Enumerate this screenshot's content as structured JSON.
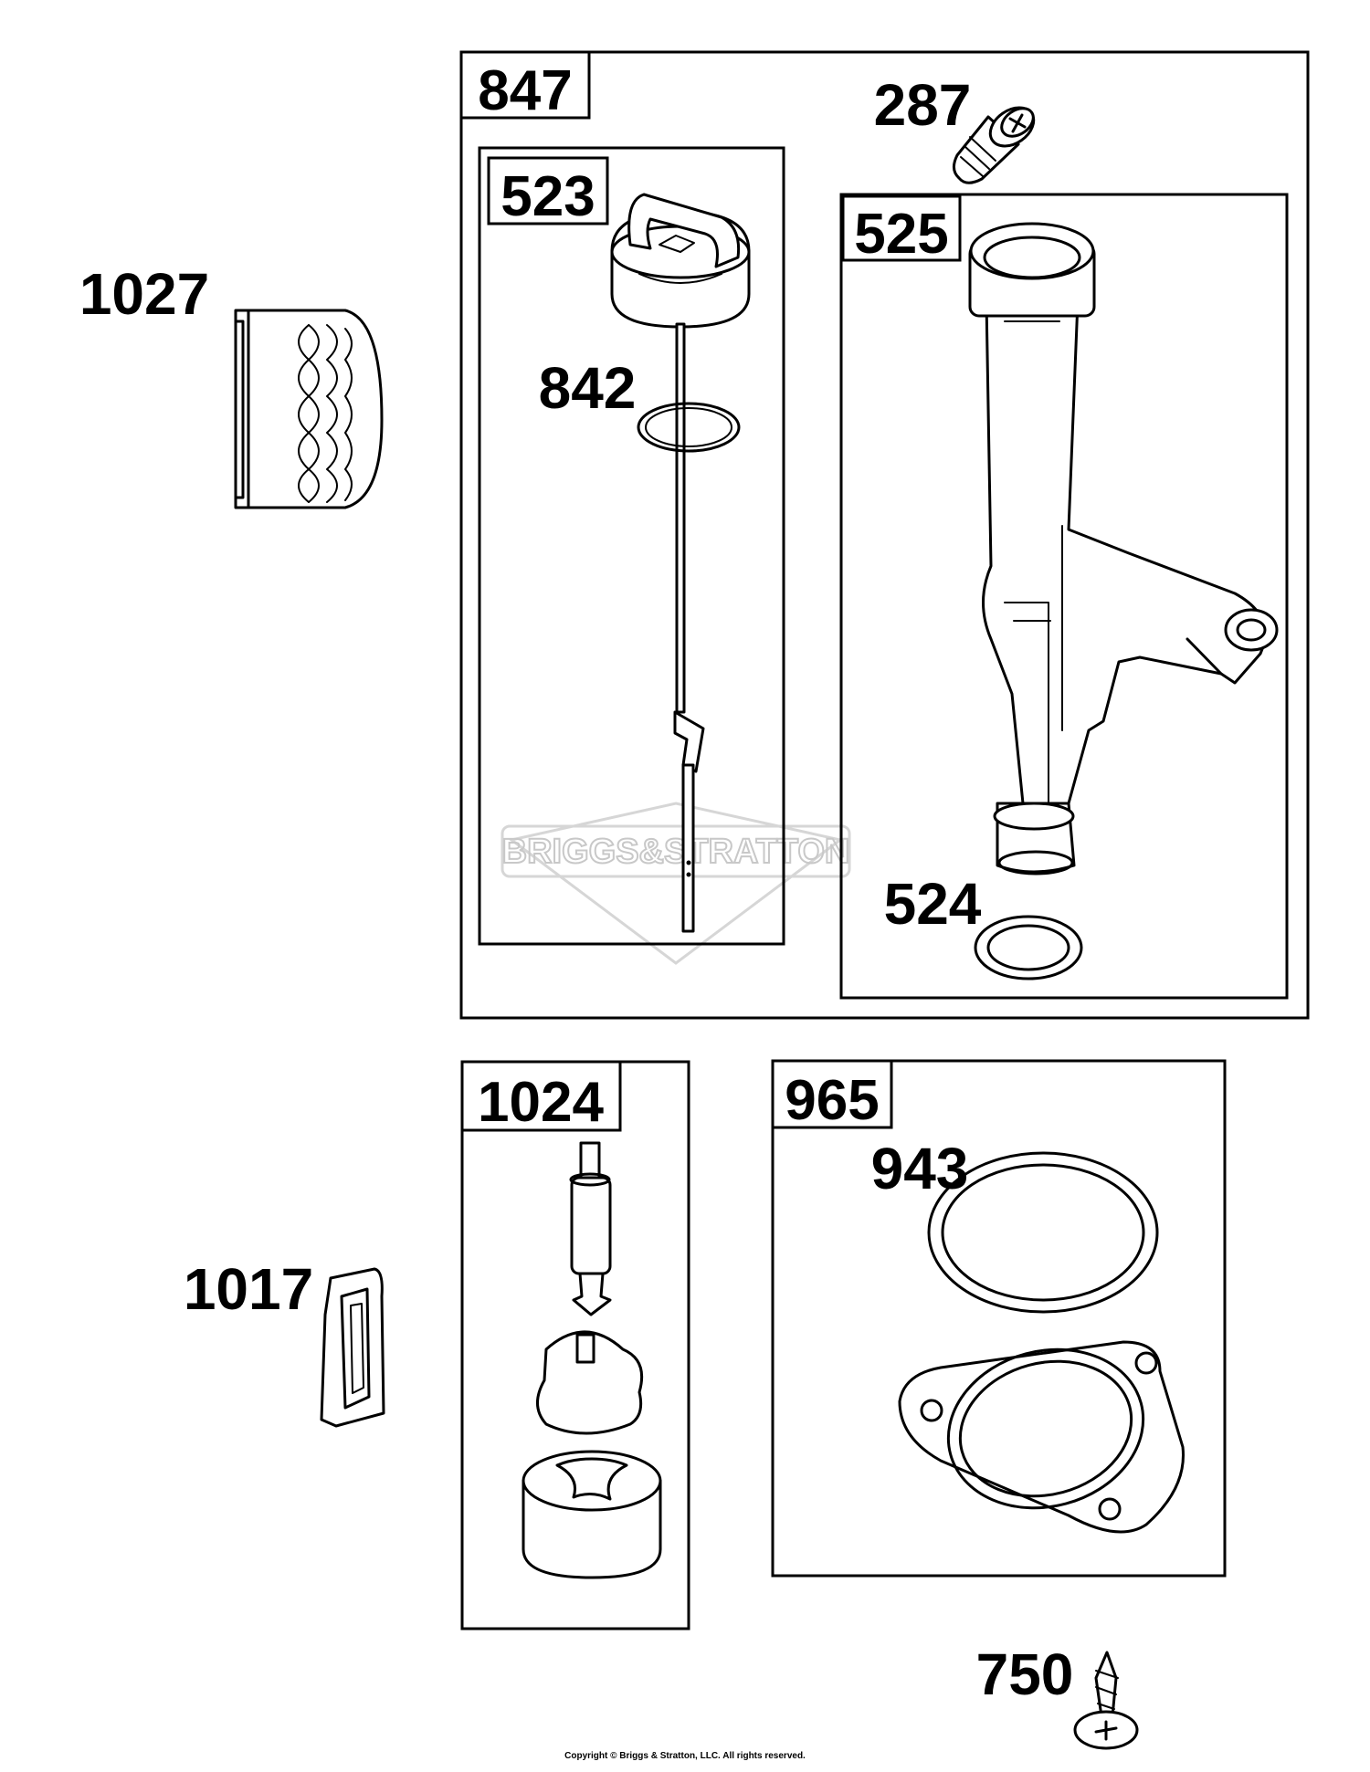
{
  "diagram": {
    "watermark": "BRIGGS&STRATTON",
    "boxes": {
      "b847": "847",
      "b523": "523",
      "b525": "525",
      "b1024": "1024",
      "b965": "965"
    },
    "parts": {
      "p1027": "1027",
      "p287": "287",
      "p842": "842",
      "p524": "524",
      "p943": "943",
      "p1017": "1017",
      "p750": "750"
    },
    "copyright": "Copyright © Briggs & Stratton, LLC. All rights reserved."
  }
}
